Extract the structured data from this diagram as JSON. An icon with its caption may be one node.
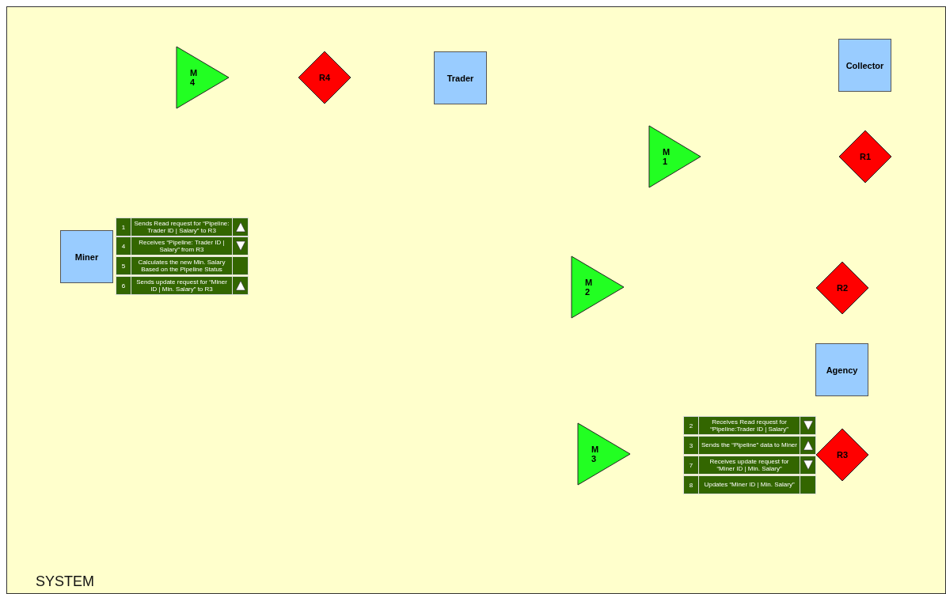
{
  "diagram": {
    "nodes": [
      {
        "text": [
          "SYSTEM"
        ]
      },
      {
        "text": [
          "M 4"
        ],
        "in": 0
      },
      {
        "text": [
          "R4"
        ],
        "in": 0
      },
      {
        "text": [
          "Trader"
        ],
        "in": 0
      },
      {
        "text": [
          "Collector"
        ],
        "in": 0
      },
      {
        "text": [
          "M 1"
        ],
        "in": 0
      },
      {
        "text": [
          "R1"
        ],
        "in": 0
      },
      {
        "text": [
          "Miner"
        ],
        "in": 0
      },
      {
        "text": [
          "1",
          "Sends Read request for “Pipeline: Trader ID | Salary” to R3"
        ],
        "in": 0
      },
      {
        "text": [
          "4",
          "Receives “Pipeline: Trader ID | Salary” from R3"
        ],
        "in": 0
      },
      {
        "text": [
          "5",
          "Calculates the new Min. Salary Based on the Pipeline Status"
        ],
        "in": 0
      },
      {
        "text": [
          "6",
          "Sends update request for “Miner ID | Min. Salary” to R3"
        ],
        "in": 0
      },
      {
        "text": [
          "M 2"
        ],
        "in": 0
      },
      {
        "text": [
          "R2"
        ],
        "in": 0
      },
      {
        "text": [
          "Agency"
        ],
        "in": 0
      },
      {
        "text": [
          "M 3"
        ],
        "in": 0
      },
      {
        "text": [
          "2",
          "Receives Read request for “Pipeline:Trader ID | Salary”"
        ],
        "in": 0
      },
      {
        "text": [
          "3",
          "Sends the “Pipeline” data to Miner"
        ],
        "in": 0
      },
      {
        "text": [
          "7",
          "Receives update request for “Miner ID | Min. Salary”"
        ],
        "in": 0
      },
      {
        "text": [
          "8",
          "Updates “Miner ID | Min. Salary”"
        ],
        "in": 0
      },
      {
        "text": [
          "R3"
        ],
        "in": 0
      }
    ],
    "edges": []
  }
}
